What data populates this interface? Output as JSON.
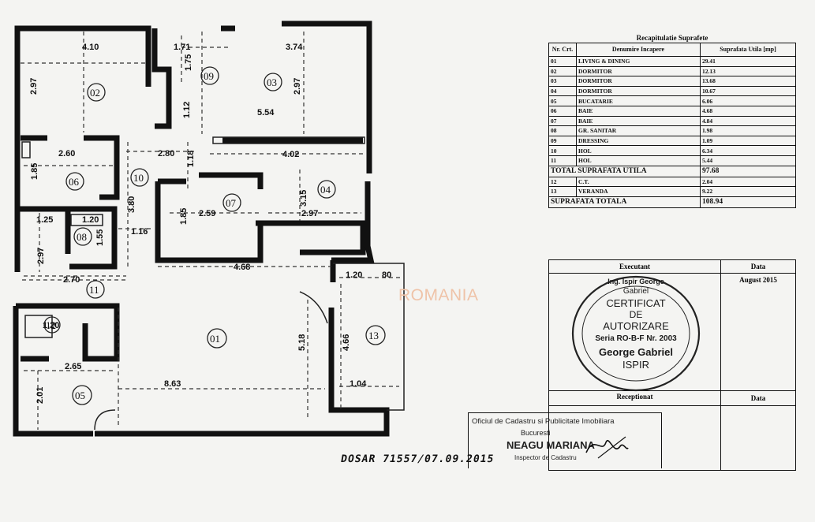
{
  "plan": {
    "dimensions": [
      "4.10",
      "1.71",
      "3.74",
      "1.75",
      "2.97",
      "2.97",
      "1.12",
      "5.54",
      "2.60",
      "2.80",
      "1.18",
      "4.02",
      "1.85",
      "3.80",
      "1.85",
      "2.59",
      "3.15",
      "2.97",
      "1.25",
      "1.20",
      "1.55",
      "2.97",
      "1.16",
      "4.68",
      "2.70",
      "1.20",
      "80",
      "1.20",
      "5.18",
      "4.66",
      "2.65",
      "8.63",
      "1.04",
      "2.01"
    ],
    "rooms": [
      "02",
      "09",
      "03",
      "06",
      "10",
      "07",
      "04",
      "08",
      "11",
      "01",
      "13",
      "05",
      "12"
    ]
  },
  "recap": {
    "title": "Recapitulatie Suprafete",
    "header": {
      "nr": "Nr. Crt.",
      "name": "Denumire Incapere",
      "area": "Suprafata Utila [mp]"
    },
    "rows": [
      {
        "nr": "01",
        "name": "LIVING & DINING",
        "area": "29.41"
      },
      {
        "nr": "02",
        "name": "DORMITOR",
        "area": "12.13"
      },
      {
        "nr": "03",
        "name": "DORMITOR",
        "area": "13.68"
      },
      {
        "nr": "04",
        "name": "DORMITOR",
        "area": "10.67"
      },
      {
        "nr": "05",
        "name": "BUCATARIE",
        "area": "6.06"
      },
      {
        "nr": "06",
        "name": "BAIE",
        "area": "4.68"
      },
      {
        "nr": "07",
        "name": "BAIE",
        "area": "4.84"
      },
      {
        "nr": "08",
        "name": "GR. SANITAR",
        "area": "1.98"
      },
      {
        "nr": "09",
        "name": "DRESSING",
        "area": "1.09"
      },
      {
        "nr": "10",
        "name": "HOL",
        "area": "6.34"
      },
      {
        "nr": "11",
        "name": "HOL",
        "area": "5.44"
      }
    ],
    "total_useful_label": "TOTAL SUPRAFATA UTILA",
    "total_useful_value": "97.68",
    "extra_rows": [
      {
        "nr": "12",
        "name": "C.T.",
        "area": "2.04"
      },
      {
        "nr": "13",
        "name": "VERANDA",
        "area": "9.22"
      }
    ],
    "total_label": "SUPRAFATA TOTALA",
    "total_value": "108.94"
  },
  "exec": {
    "executant": "Executant",
    "data": "Data",
    "date_value": "August 2015",
    "receptionat": "Receptionat",
    "data2": "Data"
  },
  "stamp": {
    "line1": "Ing. Ispir George",
    "line2": "Gabriel",
    "line3": "CERTIFICAT",
    "line4": "DE",
    "line5": "AUTORIZARE",
    "line6": "Seria RO-B-F Nr. 2003",
    "line7": "George Gabriel",
    "line8": "ISPIR"
  },
  "ocpi": {
    "line1": "Oficiul de Cadastru si Publicitate Imobiliara",
    "line2": "Bucuresti",
    "line3": "NEAGU MARIANA",
    "line4": "Inspector de Cadastru"
  },
  "dosar": "DOSAR 71557/07.09.2015",
  "watermark": "ROMANIA"
}
